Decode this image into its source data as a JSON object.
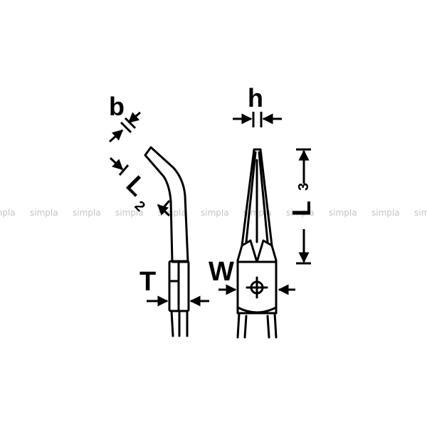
{
  "labels": {
    "b": "b",
    "h": "h",
    "l2": "L",
    "l2_sub": "2",
    "l3": "L",
    "l3_sub": "3",
    "t": "T",
    "w": "W"
  },
  "watermark": {
    "text": "simpla",
    "color": "#c4c4c4"
  },
  "colors": {
    "ink": "#000000",
    "background": "#ffffff"
  }
}
